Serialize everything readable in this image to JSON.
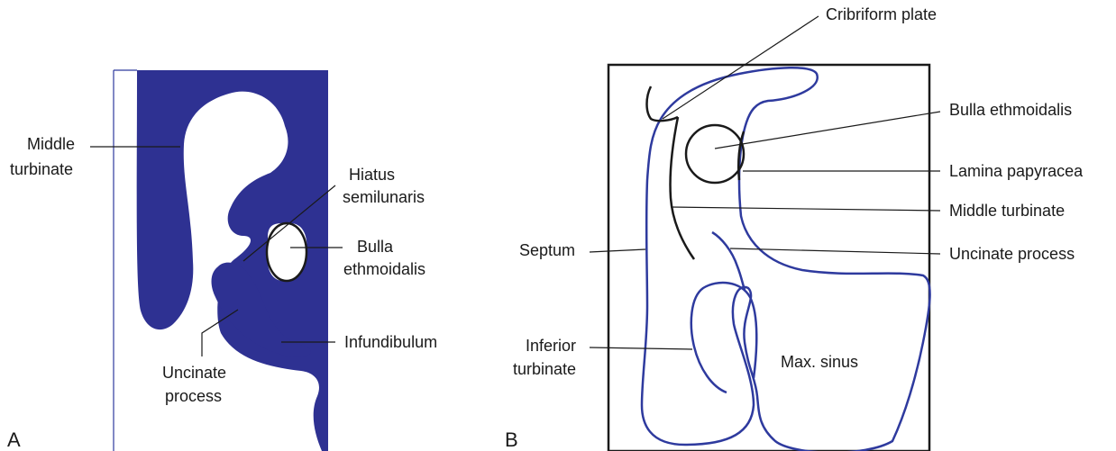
{
  "colors": {
    "tissue": "#2e3192",
    "outline": "#2e3a9e",
    "ink": "#1a1a1a",
    "background": "#ffffff"
  },
  "panel_a": {
    "letter": "A",
    "labels": {
      "middle_turbinate": [
        "Middle",
        "turbinate"
      ],
      "hiatus_semilunaris": [
        "Hiatus",
        "semilunaris"
      ],
      "bulla_ethmoidalis": [
        "Bulla",
        "ethmoidalis"
      ],
      "infundibulum": "Infundibulum",
      "uncinate_process": [
        "Uncinate",
        "process"
      ]
    }
  },
  "panel_b": {
    "letter": "B",
    "labels": {
      "cribriform_plate": "Cribriform plate",
      "bulla_ethmoidalis": "Bulla ethmoidalis",
      "lamina_papyracea": "Lamina papyracea",
      "middle_turbinate": "Middle turbinate",
      "uncinate_process": "Uncinate process",
      "septum": "Septum",
      "inferior_turbinate": [
        "Inferior",
        "turbinate"
      ],
      "max_sinus": "Max. sinus"
    }
  }
}
